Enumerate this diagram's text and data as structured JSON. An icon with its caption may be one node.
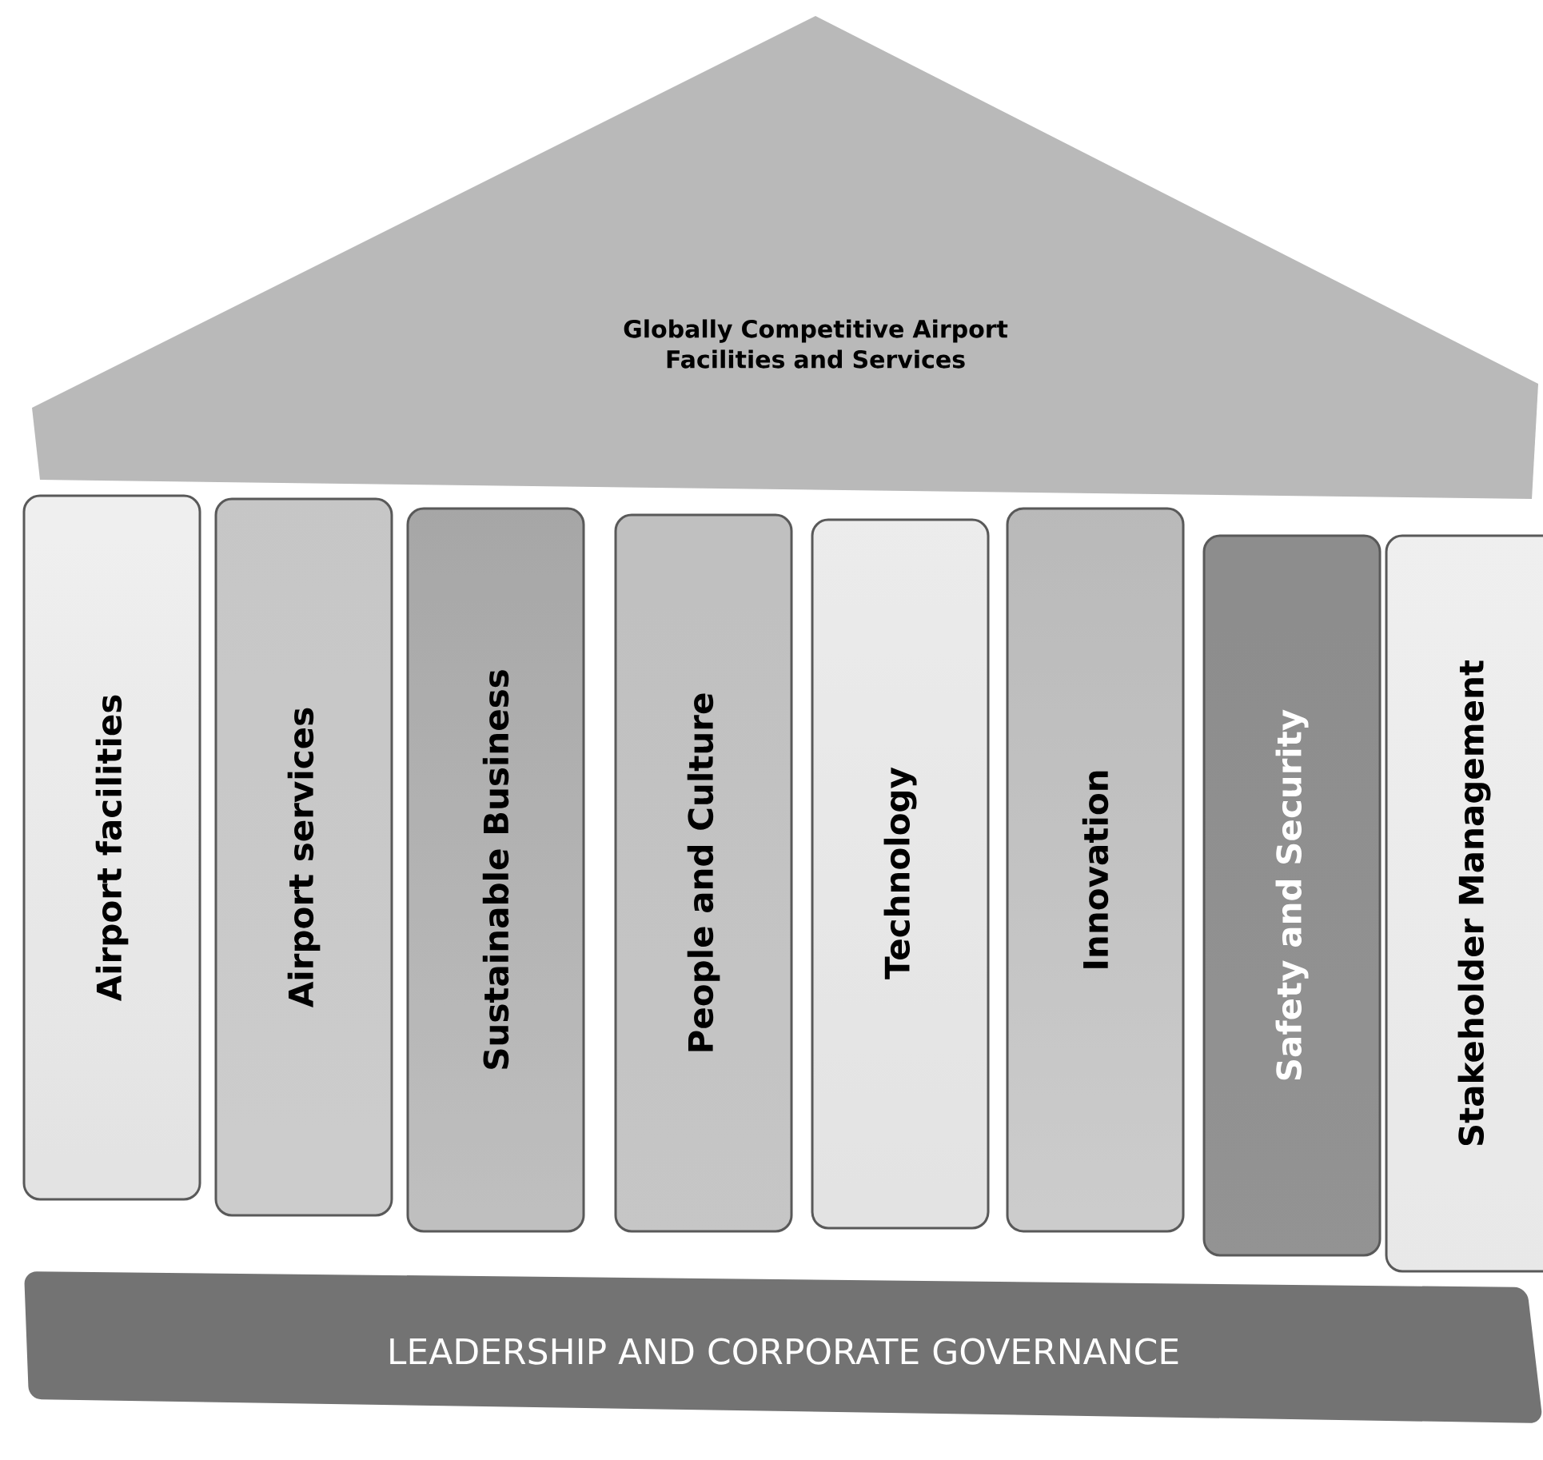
{
  "diagram": {
    "nodes": [
      {
        "text": [
          "Globally Competitive Airport Facilities and Services"
        ]
      },
      {
        "text": [
          "Airport facilities"
        ]
      },
      {
        "text": [
          "Airport services"
        ]
      },
      {
        "text": [
          "Sustainable Business"
        ]
      },
      {
        "text": [
          "People and Culture"
        ]
      },
      {
        "text": [
          "Technology"
        ]
      },
      {
        "text": [
          "Innovation"
        ]
      },
      {
        "text": [
          "Safety and Security"
        ]
      },
      {
        "text": [
          "Stakeholder Management"
        ]
      },
      {
        "text": [
          "LEADERSHIP AND CORPORATE GOVERNANCE"
        ]
      }
    ]
  }
}
